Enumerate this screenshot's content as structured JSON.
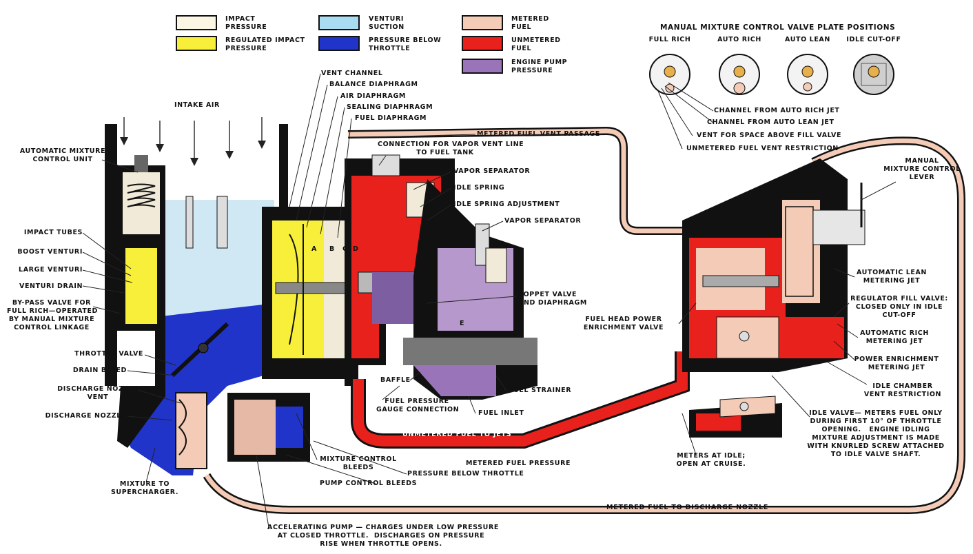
{
  "legend": [
    {
      "text": "IMPACT\nPRESSURE",
      "color": "#fbf6e4"
    },
    {
      "text": "REGULATED IMPACT\nPRESSURE",
      "color": "#f7ef3a"
    },
    {
      "text": "VENTURI\nSUCTION",
      "color": "#a9dcf0"
    },
    {
      "text": "PRESSURE BELOW\nTHROTTLE",
      "color": "#2134c9"
    },
    {
      "text": "METERED\nFUEL",
      "color": "#f3cbb6"
    },
    {
      "text": "UNMETERED\nFUEL",
      "color": "#e8211c"
    },
    {
      "text": "ENGINE PUMP\nPRESSURE",
      "color": "#9a74b8"
    }
  ],
  "valve_plates": {
    "title": "MANUAL MIXTURE CONTROL VALVE PLATE POSITIONS",
    "positions": [
      "FULL RICH",
      "AUTO RICH",
      "AUTO LEAN",
      "IDLE CUT-OFF"
    ],
    "callouts": [
      "CHANNEL FROM AUTO RICH JET",
      "CHANNEL FROM AUTO LEAN JET",
      "VENT FOR SPACE ABOVE FILL VALVE",
      "UNMETERED FUEL VENT RESTRICTION"
    ]
  },
  "labels": {
    "intake_air": "INTAKE AIR",
    "auto_mixture": "AUTOMATIC MIXTURE\nCONTROL UNIT",
    "impact_tubes": "IMPACT TUBES",
    "boost_venturi": "BOOST VENTURI",
    "large_venturi": "LARGE VENTURI",
    "venturi_drain": "VENTURI DRAIN",
    "bypass": "BY-PASS VALVE FOR\nFULL RICH—OPERATED\nBY MANUAL MIXTURE\nCONTROL LINKAGE",
    "throttle_valve": "THROTTLE VALVE",
    "drain_bleed": "DRAIN BLEED",
    "discharge_vent": "DISCHARGE NOZZLE\nVENT",
    "discharge_nozzle": "DISCHARGE NOZZLE",
    "mixture_to": "MIXTURE TO\nSUPERCHARGER.",
    "vent_channel": "VENT CHANNEL",
    "balance_diaphragm": "BALANCE DIAPHRAGM",
    "air_diaphragm": "AIR DIAPHRAGM",
    "sealing_diaphragm": "SEALING DIAPHRAGM",
    "fuel_diaphragm": "FUEL DIAPHRAGM",
    "metered_vent": "METERED FUEL VENT PASSAGE",
    "vapor_vent_line": "CONNECTION FOR VAPOR VENT LINE\nTO FUEL TANK",
    "vapor_separator_1": "VAPOR SEPARATOR",
    "idle_spring": "IDLE SPRING",
    "idle_spring_adj": "IDLE SPRING ADJUSTMENT",
    "vapor_separator_2": "VAPOR SEPARATOR",
    "poppet": "POPPET VALVE\nAND DIAPHRAGM",
    "baffle": "BAFFLE",
    "fuel_gauge": "FUEL PRESSURE\nGAUGE CONNECTION",
    "fuel_strainer": "FUEL STRAINER",
    "fuel_inlet": "FUEL INLET",
    "unmetered_to_jets": "UNMETERED FUEL TO JETS",
    "metered_pressure": "METERED FUEL PRESSURE",
    "mixture_bleeds": "MIXTURE CONTROL\nBLEEDS",
    "pressure_below": "PRESSURE BELOW THROTTLE",
    "pump_bleeds": "PUMP CONTROL BLEEDS",
    "accel_pump": "ACCELERATING PUMP — CHARGES UNDER LOW PRESSURE\nAT CLOSED THROTTLE.  DISCHARGES ON PRESSURE\nRISE WHEN THROTTLE OPENS.",
    "metered_to_nozzle": "METERED FUEL TO DISCHARGE NOZZLE",
    "fuel_head": "FUEL HEAD POWER\nENRICHMENT VALVE",
    "manual_lever": "MANUAL\nMIXTURE CONTROL\nLEVER",
    "auto_lean_jet": "AUTOMATIC LEAN\nMETERING JET",
    "regulator_fill": "REGULATOR FILL VALVE:\nCLOSED ONLY IN IDLE\nCUT-OFF",
    "auto_rich_jet": "AUTOMATIC RICH\nMETERING JET",
    "power_jet": "POWER ENRICHMENT\nMETERING JET",
    "idle_chamber": "IDLE CHAMBER\nVENT RESTRICTION",
    "idle_valve": "IDLE VALVE— METERS FUEL ONLY\nDURING FIRST 10° OF THROTTLE\nOPENING.   ENGINE IDLING\nMIXTURE ADJUSTMENT IS MADE\nWITH KNURLED SCREW ATTACHED\nTO IDLE VALVE SHAFT.",
    "meters_idle": "METERS AT IDLE;\nOPEN AT CRUISE.",
    "chamber_A": "A",
    "chamber_B": "B",
    "chamber_C": "C",
    "chamber_D": "D",
    "chamber_E": "E"
  }
}
